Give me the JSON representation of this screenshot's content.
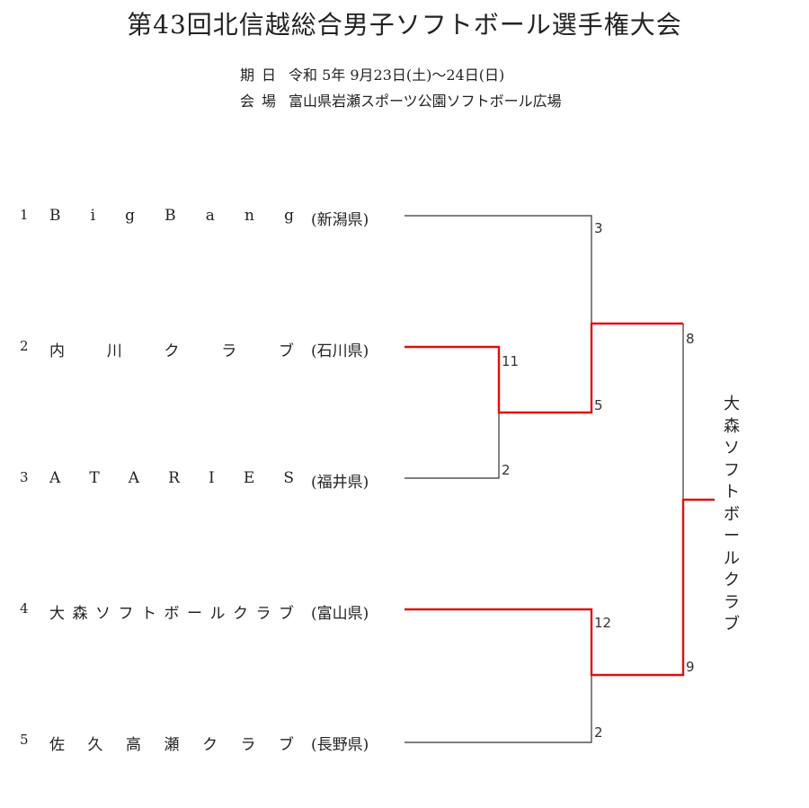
{
  "title": "第43回北信越総合男子ソフトボール選手権大会",
  "info": {
    "date_label": "期日",
    "date_value": "令和 5年 9月23日(土)〜24日(日)",
    "venue_label": "会場",
    "venue_value": "富山県岩瀬スポーツ公園ソフトボール広場"
  },
  "teams": [
    {
      "seed": "1",
      "name": "BigBang",
      "pref": "(新潟県)"
    },
    {
      "seed": "2",
      "name": "内川クラブ",
      "pref": "(石川県)"
    },
    {
      "seed": "3",
      "name": "ATARIES",
      "pref": "(福井県)"
    },
    {
      "seed": "4",
      "name": "大森ソフトボールクラブ",
      "pref": "(富山県)"
    },
    {
      "seed": "5",
      "name": "佐久高瀬クラブ",
      "pref": "(長野県)"
    }
  ],
  "scores": {
    "r1_top": "11",
    "r1_bottom": "2",
    "sf1_top": "3",
    "sf1_bottom": "5",
    "sf2_top": "12",
    "sf2_bottom": "2",
    "final_top": "8",
    "final_bottom": "9"
  },
  "winner": "大森ソフトボールクラブ",
  "colors": {
    "line": "#333333",
    "win": "#e01010"
  }
}
